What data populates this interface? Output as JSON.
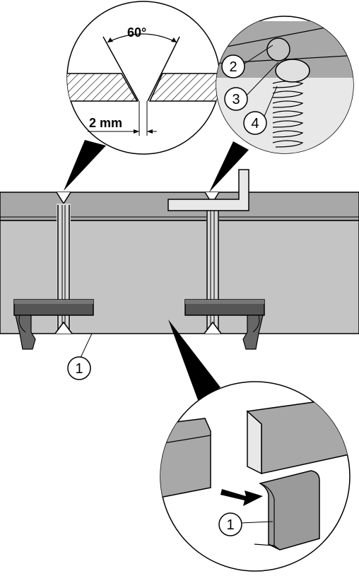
{
  "figure": {
    "angle_label": "60°",
    "gap_label": "2 mm",
    "callouts": {
      "c1_main": "1",
      "c2": "2",
      "c3": "3",
      "c4": "4",
      "c1_detail": "1"
    }
  },
  "colors": {
    "duct_top": "#a8a8a8",
    "duct_front": "#c4c4c4",
    "rail": "#555555",
    "outline": "#000000"
  }
}
